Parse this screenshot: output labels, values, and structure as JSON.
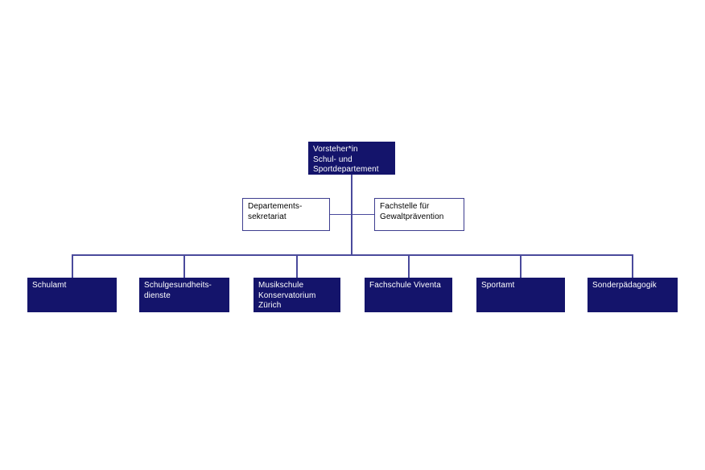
{
  "page": {
    "background": "#ffffff"
  },
  "colors": {
    "page_background": "#ffffff",
    "primary_fill": "#14146b",
    "primary_text": "#ffffff",
    "secondary_fill": "#ffffff",
    "secondary_border": "#3d3d8f",
    "secondary_text": "#000000",
    "connector": "#4a4a9c"
  },
  "org_chart": {
    "root": {
      "label": "Vorsteher*in\nSchul- und\nSportdepartement"
    },
    "staff_units": [
      {
        "label": "Departements-\nsekretariat"
      },
      {
        "label": "Fachstelle für\nGewaltprävention"
      }
    ],
    "departments": [
      {
        "label": "Schulamt"
      },
      {
        "label": "Schulgesundheits-\ndienste"
      },
      {
        "label": "Musikschule\nKonservatorium\nZürich"
      },
      {
        "label": "Fachschule Viventa"
      },
      {
        "label": "Sportamt"
      },
      {
        "label": "Sonderpädagogik"
      }
    ]
  }
}
